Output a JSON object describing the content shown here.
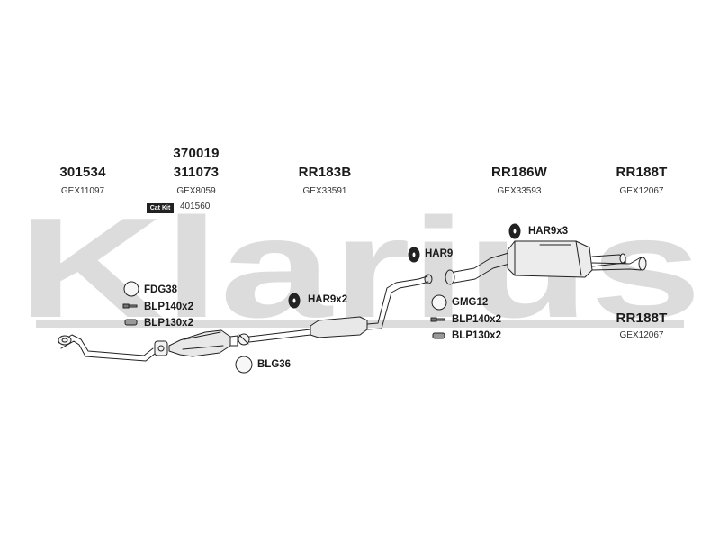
{
  "watermark": {
    "text": "Klarius",
    "color": "#d9d9d9"
  },
  "groups": [
    {
      "part": "301534",
      "ref": "GEX11097"
    },
    {
      "part_top": "370019",
      "part": "311073",
      "ref": "GEX8059"
    },
    {
      "part": "RR183B",
      "ref": "GEX33591"
    },
    {
      "part": "RR186W",
      "ref": "GEX33593"
    },
    {
      "part": "RR188T",
      "ref": "GEX12067"
    }
  ],
  "cat_kit": {
    "badge": "Cat Kit",
    "value": "401560"
  },
  "fittings": {
    "fdg38": "FDG38",
    "blp140_left": "BLP140x2",
    "blp130_left": "BLP130x2",
    "blg36": "BLG36",
    "har9x2": "HAR9x2",
    "har9": "HAR9",
    "har9x3": "HAR9x3",
    "gmg12": "GMG12",
    "blp140_right": "BLP140x2",
    "blp130_right": "BLP130x2"
  },
  "rr188t_lower": {
    "part": "RR188T",
    "ref": "GEX12067"
  }
}
